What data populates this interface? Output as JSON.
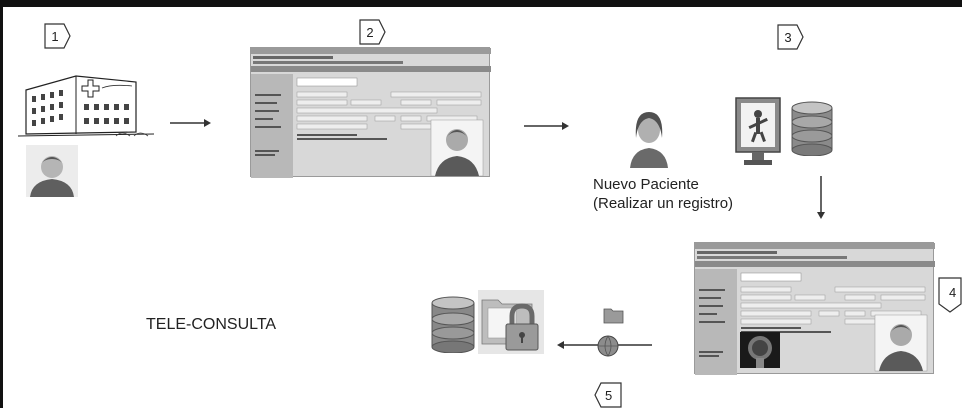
{
  "steps": {
    "s1": "1",
    "s2": "2",
    "s3": "3",
    "s4": "4",
    "s5": "5"
  },
  "new_patient": {
    "line1": "Nuevo Paciente",
    "line2": "(Realizar un registro)"
  },
  "tele_consulta": "TELE-CONSULTA",
  "colors": {
    "frame": "#111111",
    "gray_dark": "#6f6f6f",
    "gray_mid": "#a8a8a8",
    "gray_light": "#d8d8d8"
  },
  "icons": [
    "hospital-icon",
    "doctor-avatar-icon",
    "patient-avatar-icon",
    "database-icon",
    "medical-app-monitor-icon",
    "lock-folder-icon",
    "network-globe-icon",
    "xray-image-icon"
  ]
}
